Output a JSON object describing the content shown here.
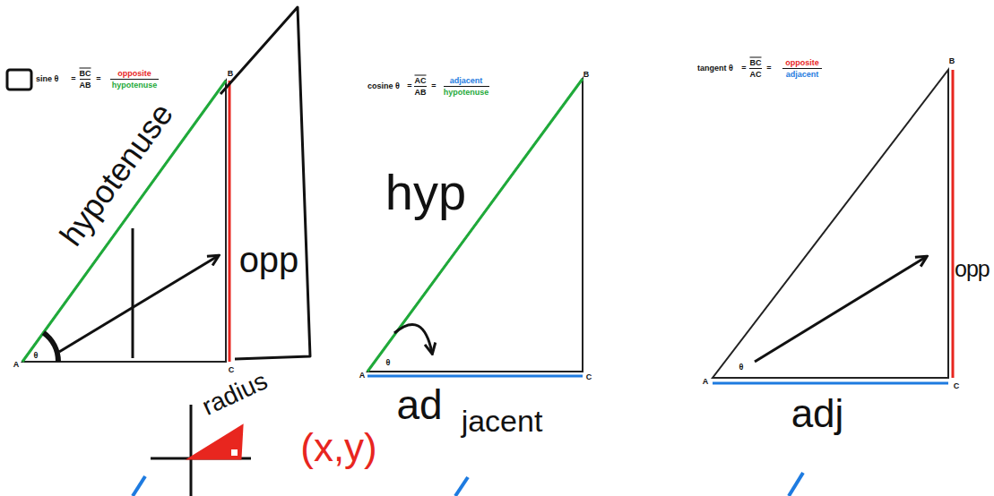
{
  "diagram": {
    "labels": [
      "sine θ",
      "=",
      "BC",
      "AB",
      "=",
      "opposite",
      "hypotenuse",
      "B",
      "A",
      "θ",
      "C",
      "hypotenuse",
      "opp",
      "radius",
      "(x,y)",
      "cosine θ",
      "=",
      "AC",
      "AB",
      "=",
      "adjacent",
      "hypotenuse",
      "B",
      "A",
      "θ",
      "C",
      "hyp",
      "ad",
      "jacent",
      "tangent θ",
      "=",
      "BC",
      "AC",
      "=",
      "opposite",
      "adjacent",
      "B",
      "A",
      "θ",
      "C",
      "opp",
      "adj"
    ]
  }
}
